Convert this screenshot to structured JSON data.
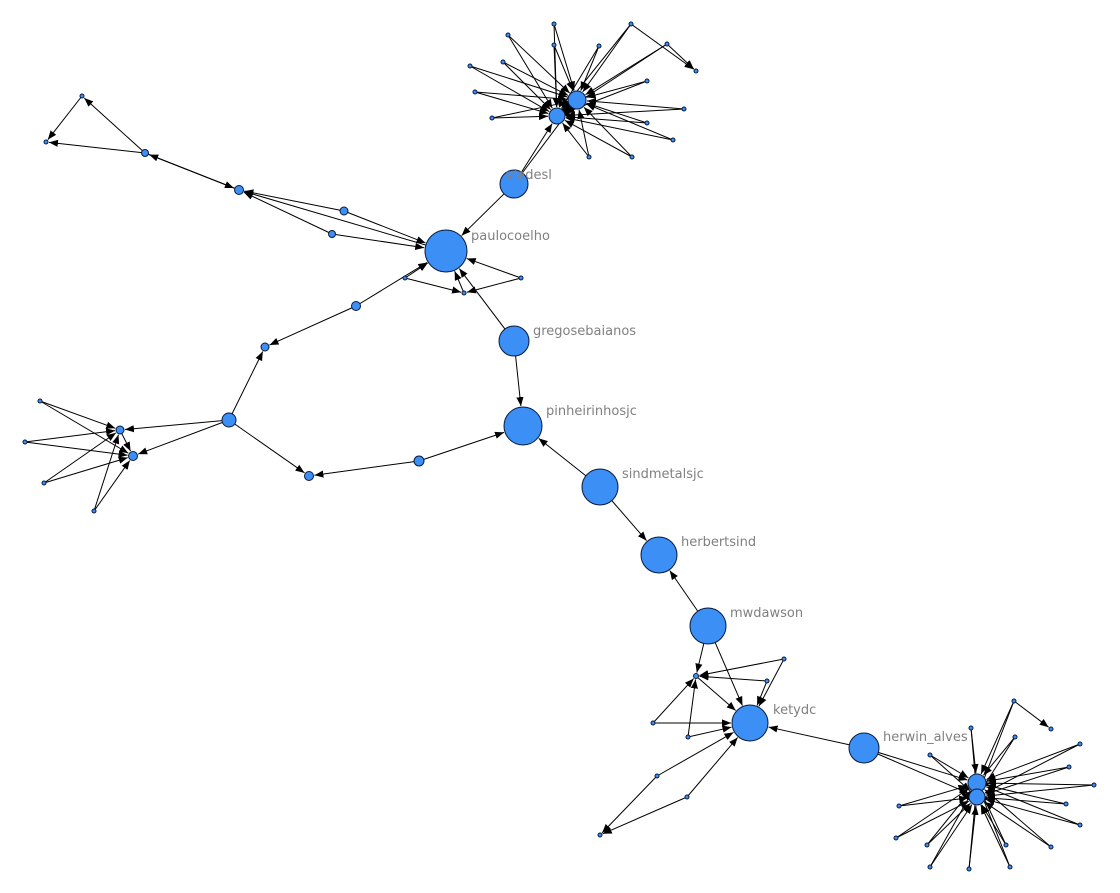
{
  "graph": {
    "type": "directed-network",
    "colors": {
      "node_fill": "#3b8ff5",
      "node_stroke": "#0a1a3a",
      "edge": "#000000",
      "label": "#808080",
      "background": "#ffffff"
    },
    "labeled_nodes": [
      {
        "id": "vladesl",
        "label": "vladesl"
      },
      {
        "id": "paulocoelho",
        "label": "paulocoelho"
      },
      {
        "id": "gregosebaianos",
        "label": "gregosebaianos"
      },
      {
        "id": "pinheirinhosjc",
        "label": "pinheirinhosjc"
      },
      {
        "id": "sindmetalsjc",
        "label": "sindmetalsjc"
      },
      {
        "id": "herbertsind",
        "label": "herbertsind"
      },
      {
        "id": "mwdawson",
        "label": "mwdawson"
      },
      {
        "id": "ketydc",
        "label": "ketydc"
      },
      {
        "id": "herwin_alves",
        "label": "herwin_alves"
      }
    ],
    "edges": [
      [
        "vladesl",
        "hubA2"
      ],
      [
        "vladesl",
        "hubA1"
      ],
      [
        "vladesl",
        "paulocoelho"
      ],
      [
        "gregosebaianos",
        "paulocoelho"
      ],
      [
        "gregosebaianos",
        "pinheirinhosjc"
      ],
      [
        "sindmetalsjc",
        "pinheirinhosjc"
      ],
      [
        "sindmetalsjc",
        "herbertsind"
      ],
      [
        "mwdawson",
        "herbertsind"
      ],
      [
        "mwdawson",
        "ketydc"
      ],
      [
        "mwdawson",
        "k_hub"
      ],
      [
        "herwin_alves",
        "ketydc"
      ],
      [
        "herwin_alves",
        "hubB1"
      ],
      [
        "herwin_alves",
        "hubB2"
      ],
      [
        "p_s1",
        "paulocoelho"
      ],
      [
        "p_s1",
        "p_s2"
      ],
      [
        "p_s3",
        "p_s2"
      ],
      [
        "p_s3",
        "paulocoelho"
      ],
      [
        "p_s2",
        "paulocoelho"
      ],
      [
        "l_a",
        "paulocoelho"
      ],
      [
        "l_b",
        "paulocoelho"
      ],
      [
        "paulocoelho",
        "l_c"
      ],
      [
        "l_a",
        "l_c"
      ],
      [
        "l_b",
        "l_c"
      ],
      [
        "l_c",
        "l_d"
      ],
      [
        "l_d",
        "l_c"
      ],
      [
        "l_d",
        "l_e"
      ],
      [
        "l_e",
        "l_f"
      ],
      [
        "l_d",
        "l_f"
      ],
      [
        "m_a",
        "paulocoelho"
      ],
      [
        "m_a",
        "m_b"
      ],
      [
        "m_c",
        "m_b"
      ],
      [
        "m_c",
        "m_hub1"
      ],
      [
        "m_c",
        "m_hub2"
      ],
      [
        "m_c",
        "m_d"
      ],
      [
        "m_e",
        "m_d"
      ],
      [
        "m_e",
        "pinheirinhosjc"
      ],
      [
        "w1",
        "m_hub1"
      ],
      [
        "w1",
        "m_hub2"
      ],
      [
        "w2",
        "m_hub1"
      ],
      [
        "w2",
        "m_hub2"
      ],
      [
        "w3",
        "m_hub1"
      ],
      [
        "w3",
        "m_hub2"
      ],
      [
        "w4",
        "m_hub1"
      ],
      [
        "w4",
        "m_hub2"
      ],
      [
        "m_hub1",
        "m_hub2"
      ],
      [
        "k1",
        "k_hub"
      ],
      [
        "k2",
        "k_hub"
      ],
      [
        "k1",
        "ketydc"
      ],
      [
        "k2",
        "ketydc"
      ],
      [
        "k3",
        "k_hub"
      ],
      [
        "k3",
        "ketydc"
      ],
      [
        "k4",
        "k_hub"
      ],
      [
        "k4",
        "ketydc"
      ],
      [
        "k_hub",
        "ketydc"
      ],
      [
        "k5",
        "ketydc"
      ],
      [
        "k6",
        "ketydc"
      ],
      [
        "k5",
        "k7"
      ],
      [
        "k6",
        "k7"
      ]
    ]
  }
}
